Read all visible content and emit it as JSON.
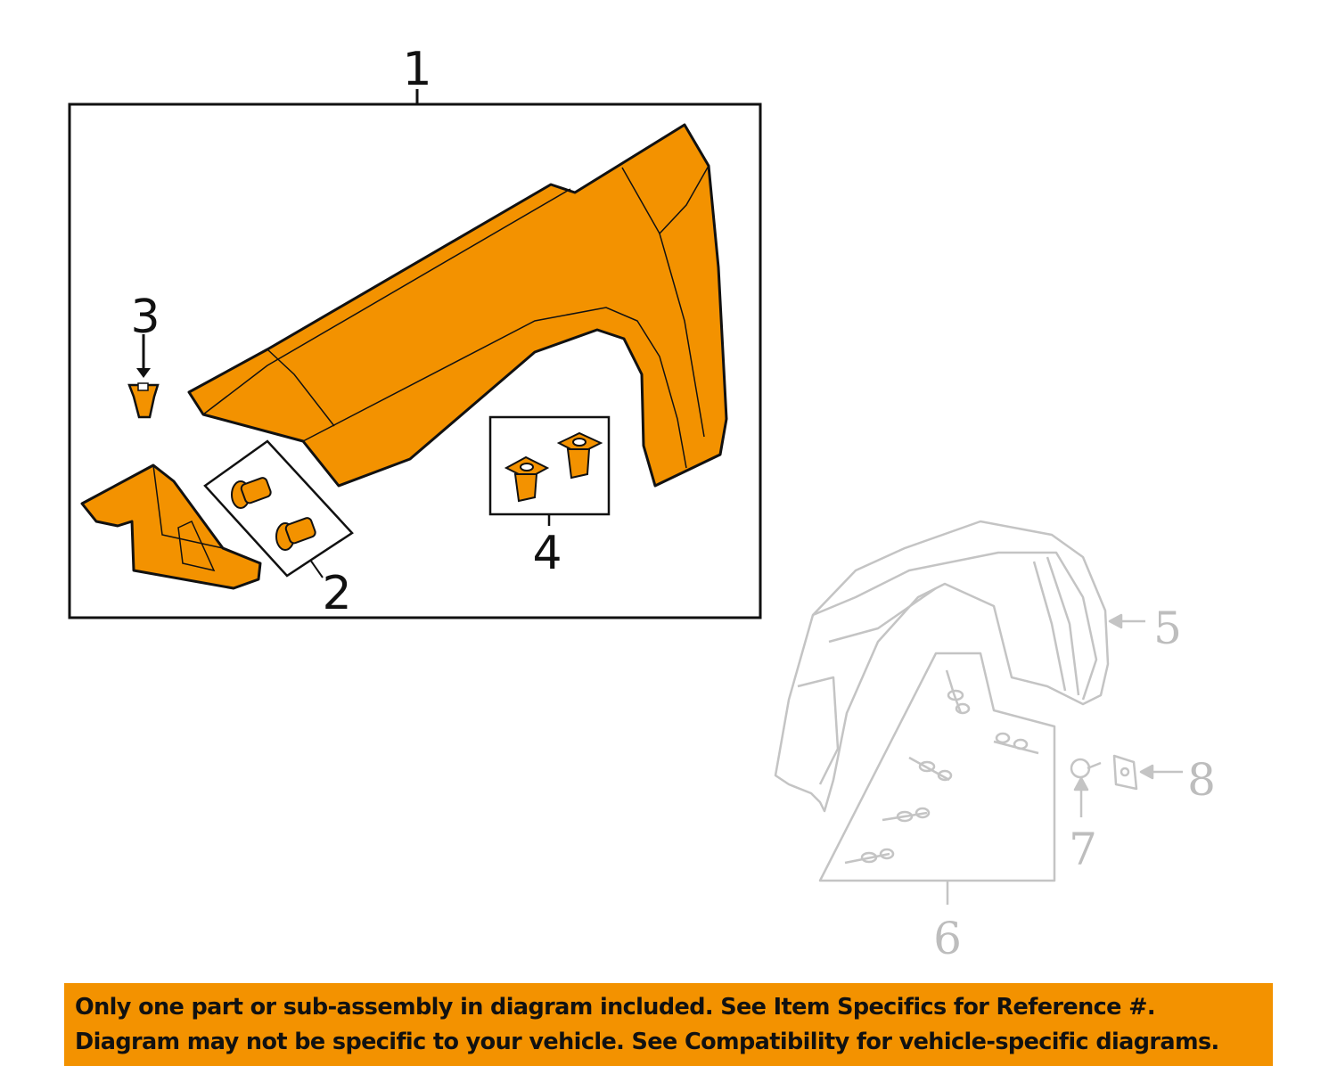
{
  "colors": {
    "part_fill": "#f39200",
    "outline": "#111111",
    "ghost": "#c4c4c4",
    "banner": "#f39200"
  },
  "callouts": {
    "c1": "1",
    "c2": "2",
    "c3": "3",
    "c4": "4",
    "c5": "5",
    "c6": "6",
    "c7": "7",
    "c8": "8"
  },
  "banner": {
    "line1": "Only one part or sub-assembly in diagram included. See Item Specifics for Reference #.",
    "line2": "Diagram may not be specific to your vehicle. See Compatibility for vehicle-specific diagrams."
  }
}
